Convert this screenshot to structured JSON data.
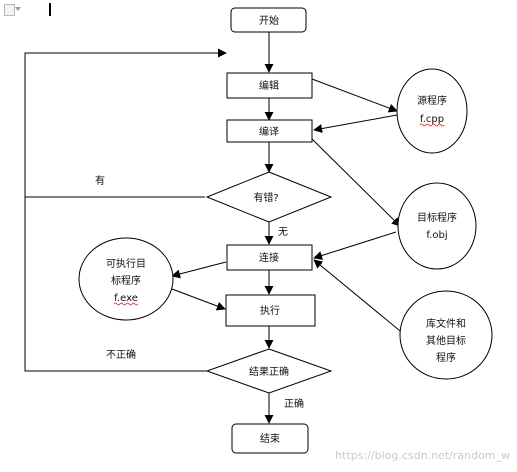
{
  "nodes": {
    "start": "开始",
    "edit": "编辑",
    "compile": "编译",
    "has_error": "有错?",
    "link": "连接",
    "run": "执行",
    "result_correct": "结果正确",
    "end": "结束",
    "source_program": [
      "源程序",
      "f.cpp"
    ],
    "object_program": [
      "目标程序",
      "f.obj"
    ],
    "executable_program": [
      "可执行目",
      "标程序",
      "f.exe"
    ],
    "library_files": [
      "库文件和",
      "其他目标",
      "程序"
    ]
  },
  "edges": {
    "error_yes": "有",
    "error_no": "无",
    "incorrect": "不正确",
    "correct": "正确"
  },
  "watermark": "https://blog.csdn.net/random_w"
}
